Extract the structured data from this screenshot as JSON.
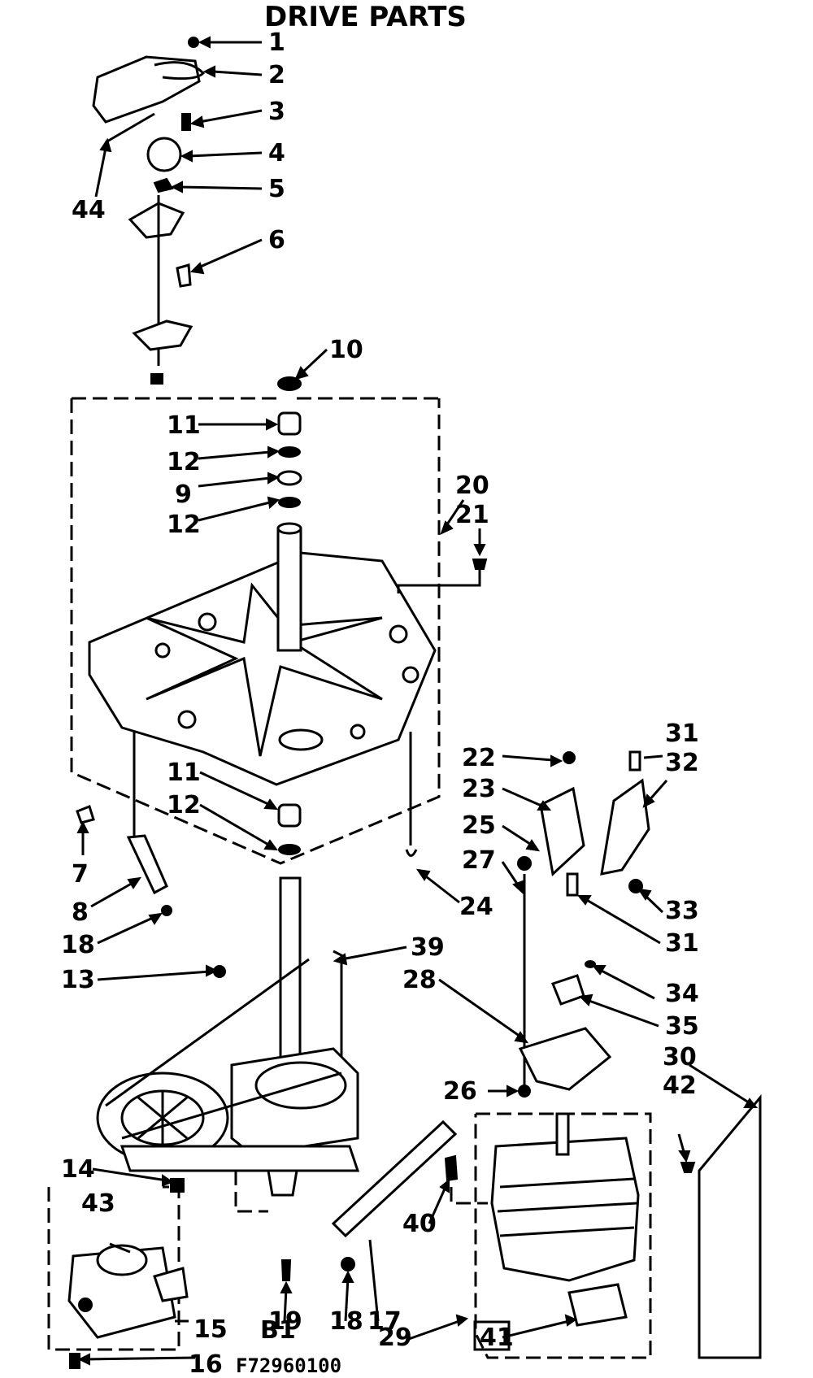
{
  "title": "DRIVE PARTS",
  "footer": {
    "section": "B1",
    "figure_code": "F72960100"
  },
  "callouts": [
    {
      "id": "c1",
      "text": "1"
    },
    {
      "id": "c2",
      "text": "2"
    },
    {
      "id": "c3",
      "text": "3"
    },
    {
      "id": "c4",
      "text": "4"
    },
    {
      "id": "c5",
      "text": "5"
    },
    {
      "id": "c6",
      "text": "6"
    },
    {
      "id": "c44",
      "text": "44"
    },
    {
      "id": "c10",
      "text": "10"
    },
    {
      "id": "c11a",
      "text": "11"
    },
    {
      "id": "c12a",
      "text": "12"
    },
    {
      "id": "c9",
      "text": "9"
    },
    {
      "id": "c12b",
      "text": "12"
    },
    {
      "id": "c20",
      "text": "20"
    },
    {
      "id": "c21",
      "text": "21"
    },
    {
      "id": "c11b",
      "text": "11"
    },
    {
      "id": "c12c",
      "text": "12"
    },
    {
      "id": "c7",
      "text": "7"
    },
    {
      "id": "c8",
      "text": "8"
    },
    {
      "id": "c18a",
      "text": "18"
    },
    {
      "id": "c24",
      "text": "24"
    },
    {
      "id": "c22",
      "text": "22"
    },
    {
      "id": "c23",
      "text": "23"
    },
    {
      "id": "c25",
      "text": "25"
    },
    {
      "id": "c27",
      "text": "27"
    },
    {
      "id": "c31a",
      "text": "31"
    },
    {
      "id": "c32",
      "text": "32"
    },
    {
      "id": "c33",
      "text": "33"
    },
    {
      "id": "c31b",
      "text": "31"
    },
    {
      "id": "c13",
      "text": "13"
    },
    {
      "id": "c39",
      "text": "39"
    },
    {
      "id": "c28",
      "text": "28"
    },
    {
      "id": "c34",
      "text": "34"
    },
    {
      "id": "c35",
      "text": "35"
    },
    {
      "id": "c30",
      "text": "30"
    },
    {
      "id": "c42",
      "text": "42"
    },
    {
      "id": "c26",
      "text": "26"
    },
    {
      "id": "c14",
      "text": "14"
    },
    {
      "id": "c43",
      "text": "43"
    },
    {
      "id": "c40",
      "text": "40"
    },
    {
      "id": "c19",
      "text": "19"
    },
    {
      "id": "c18b",
      "text": "18"
    },
    {
      "id": "c17",
      "text": "17"
    },
    {
      "id": "c15",
      "text": "15"
    },
    {
      "id": "c29",
      "text": "29"
    },
    {
      "id": "c41",
      "text": "41"
    },
    {
      "id": "c16",
      "text": "16"
    }
  ]
}
